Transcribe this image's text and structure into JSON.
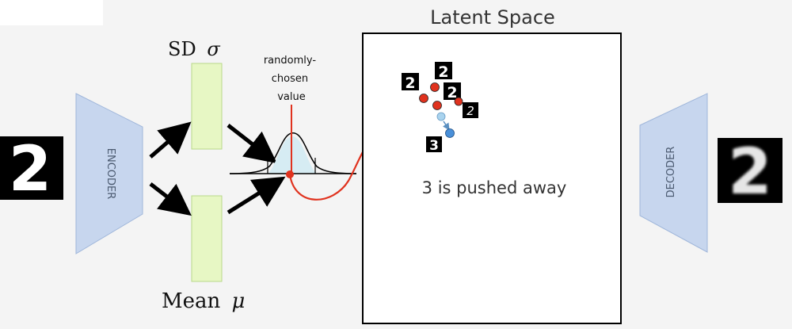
{
  "latent_space": {
    "title": "Latent Space",
    "annotation": "3 is pushed away"
  },
  "encoder": {
    "label": "ENCODER"
  },
  "decoder": {
    "label": "DECODER"
  },
  "sd": {
    "label": "SD",
    "symbol": "σ"
  },
  "mean": {
    "label": "Mean",
    "symbol": "μ"
  },
  "sampling": {
    "line1": "randomly-",
    "line2": "chosen",
    "line3": "value"
  },
  "digits": {
    "input": "2",
    "output": "2",
    "latent_twos": [
      "2",
      "2",
      "2",
      "2"
    ],
    "latent_three": "3"
  },
  "colors": {
    "encoder_fill": "#c7d6ee",
    "decoder_fill": "#c7d6ee",
    "layer_fill": "#e7f7c4",
    "red": "#e0321e",
    "blue": "#4a90d9",
    "light_blue": "#a9d3ee",
    "bell_fill": "#d6ecf3"
  }
}
